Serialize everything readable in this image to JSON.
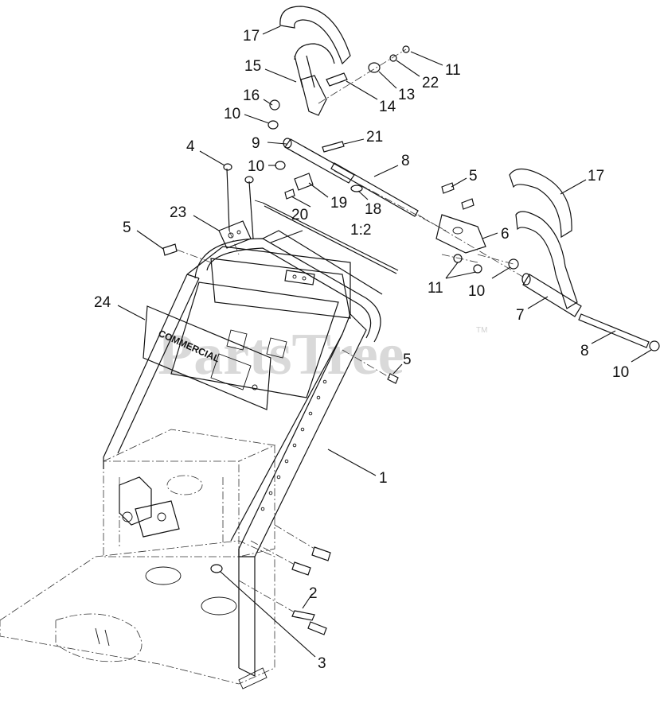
{
  "watermark": "PartsTree",
  "watermark_tm": "TM",
  "ratio_label": "1:2",
  "plate_brand": "COMMERCIAL",
  "callouts": [
    {
      "id": "c17a",
      "label": "17"
    },
    {
      "id": "c15",
      "label": "15"
    },
    {
      "id": "c16",
      "label": "16"
    },
    {
      "id": "c10a",
      "label": "10"
    },
    {
      "id": "c14",
      "label": "14"
    },
    {
      "id": "c13",
      "label": "13"
    },
    {
      "id": "c22",
      "label": "22"
    },
    {
      "id": "c11a",
      "label": "11"
    },
    {
      "id": "c9",
      "label": "9"
    },
    {
      "id": "c21",
      "label": "21"
    },
    {
      "id": "c4",
      "label": "4"
    },
    {
      "id": "c10b",
      "label": "10"
    },
    {
      "id": "c8a",
      "label": "8"
    },
    {
      "id": "c5a",
      "label": "5"
    },
    {
      "id": "c17b",
      "label": "17"
    },
    {
      "id": "c19",
      "label": "19"
    },
    {
      "id": "c18",
      "label": "18"
    },
    {
      "id": "c20",
      "label": "20"
    },
    {
      "id": "c23",
      "label": "23"
    },
    {
      "id": "c5b",
      "label": "5"
    },
    {
      "id": "c6",
      "label": "6"
    },
    {
      "id": "c11b",
      "label": "11"
    },
    {
      "id": "c10c",
      "label": "10"
    },
    {
      "id": "c24",
      "label": "24"
    },
    {
      "id": "c7",
      "label": "7"
    },
    {
      "id": "c8b",
      "label": "8"
    },
    {
      "id": "c10d",
      "label": "10"
    },
    {
      "id": "c5c",
      "label": "5"
    },
    {
      "id": "c1",
      "label": "1"
    },
    {
      "id": "c2",
      "label": "2"
    },
    {
      "id": "c3",
      "label": "3"
    }
  ]
}
